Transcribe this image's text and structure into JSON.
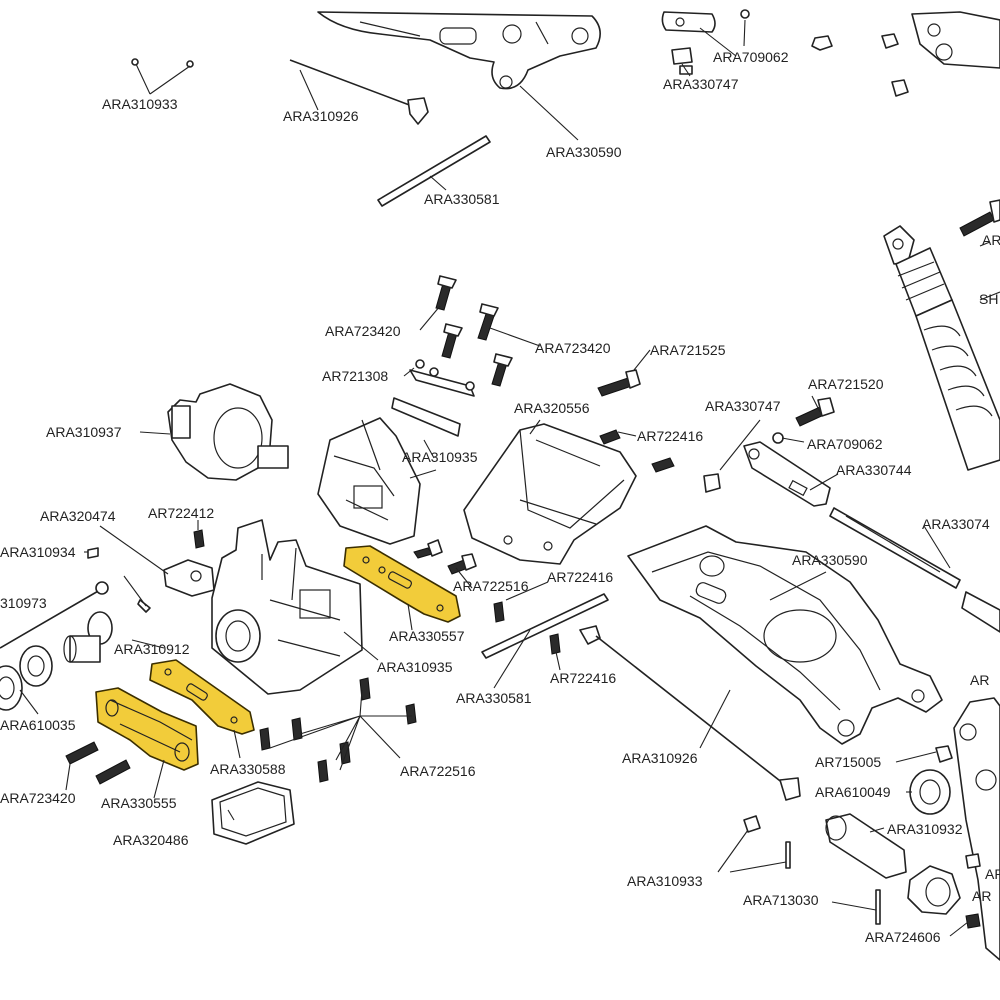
{
  "diagram": {
    "colors": {
      "highlight": "#f2cc3a",
      "line": "#222222",
      "background": "#ffffff"
    },
    "labels": [
      {
        "id": "l01",
        "text": "ARA310933"
      },
      {
        "id": "l02",
        "text": "ARA310926"
      },
      {
        "id": "l03",
        "text": "ARA330590"
      },
      {
        "id": "l04",
        "text": "ARA330581"
      },
      {
        "id": "l05",
        "text": "ARA709062"
      },
      {
        "id": "l06",
        "text": "ARA330747"
      },
      {
        "id": "l07",
        "text": "ARA723420"
      },
      {
        "id": "l08",
        "text": "ARA723420"
      },
      {
        "id": "l09",
        "text": "ARA721525"
      },
      {
        "id": "l10",
        "text": "AR721308"
      },
      {
        "id": "l11",
        "text": "ARA320556"
      },
      {
        "id": "l12",
        "text": "AR722416"
      },
      {
        "id": "l13",
        "text": "ARA310937"
      },
      {
        "id": "l14",
        "text": "ARA310935"
      },
      {
        "id": "l15",
        "text": "ARA320474"
      },
      {
        "id": "l16",
        "text": "AR722412"
      },
      {
        "id": "l17",
        "text": "ARA310934"
      },
      {
        "id": "l18",
        "text": "310973"
      },
      {
        "id": "l19",
        "text": "ARA310912"
      },
      {
        "id": "l20",
        "text": "ARA610035"
      },
      {
        "id": "l21",
        "text": "ARA723420"
      },
      {
        "id": "l22",
        "text": "ARA330555"
      },
      {
        "id": "l23",
        "text": "ARA320486"
      },
      {
        "id": "l24",
        "text": "ARA330588"
      },
      {
        "id": "l25",
        "text": "ARA722516"
      },
      {
        "id": "l26",
        "text": "ARA330557"
      },
      {
        "id": "l27",
        "text": "ARA310935"
      },
      {
        "id": "l28",
        "text": "ARA722516"
      },
      {
        "id": "l29",
        "text": "AR722416"
      },
      {
        "id": "l30",
        "text": "AR722416"
      },
      {
        "id": "l31",
        "text": "ARA330581"
      },
      {
        "id": "l32",
        "text": "ARA330747"
      },
      {
        "id": "l33",
        "text": "ARA721520"
      },
      {
        "id": "l34",
        "text": "ARA709062"
      },
      {
        "id": "l35",
        "text": "ARA330744"
      },
      {
        "id": "l36",
        "text": "ARA33074"
      },
      {
        "id": "l37",
        "text": "ARA330590"
      },
      {
        "id": "l38",
        "text": "ARA310926"
      },
      {
        "id": "l39",
        "text": "AR715005"
      },
      {
        "id": "l40",
        "text": "ARA610049"
      },
      {
        "id": "l41",
        "text": "ARA310932"
      },
      {
        "id": "l42",
        "text": "ARA310933"
      },
      {
        "id": "l43",
        "text": "ARA713030"
      },
      {
        "id": "l44",
        "text": "ARA724606"
      },
      {
        "id": "l45",
        "text": "SH"
      },
      {
        "id": "l46",
        "text": "AR"
      },
      {
        "id": "l47",
        "text": "AR"
      },
      {
        "id": "l48",
        "text": "AR"
      },
      {
        "id": "l49",
        "text": "AR"
      }
    ]
  }
}
